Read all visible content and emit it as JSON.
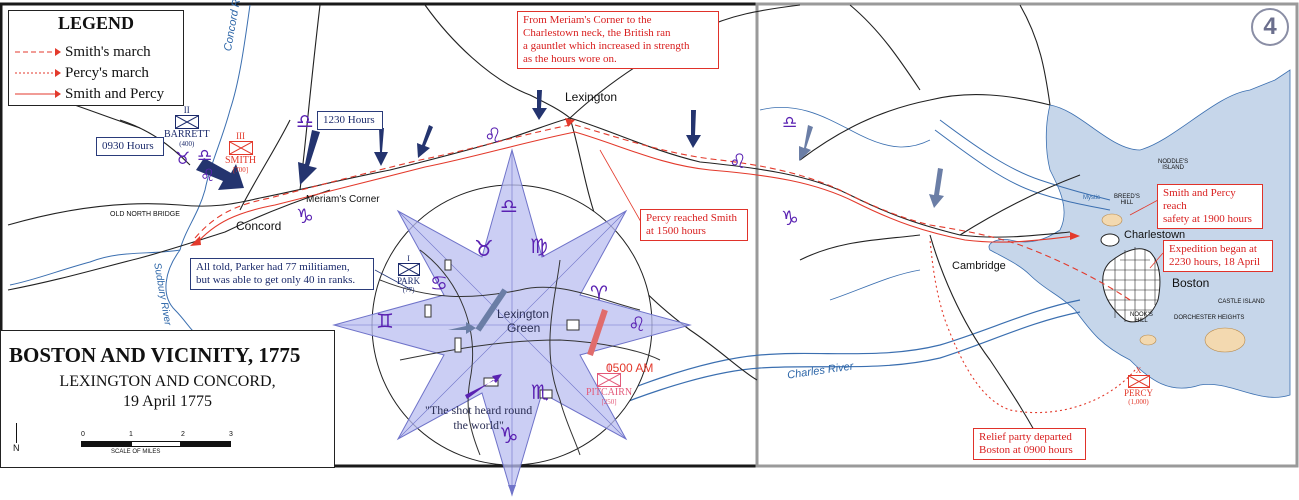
{
  "legend": {
    "title": "LEGEND",
    "items": [
      {
        "label": "Smith's march",
        "style": "dash"
      },
      {
        "label": "Percy's march",
        "style": "dot"
      },
      {
        "label": "Smith and Percy",
        "style": "solid"
      }
    ],
    "route_color": "#e33a2c"
  },
  "map_title": {
    "main": "BOSTON AND VICINITY, 1775",
    "sub": "LEXINGTON AND CONCORD,",
    "date": "19 April 1775"
  },
  "scale": {
    "ticks": [
      "0",
      "1",
      "2",
      "3"
    ],
    "label": "SCALE OF MILES"
  },
  "north_label": "N",
  "map_number": "4",
  "notes": {
    "gauntlet": [
      "From Meriam's Corner to the",
      "Charlestown neck, the British ran",
      "a gauntlet which increased in strength",
      "as the hours wore on."
    ],
    "percy_reached": [
      "Percy reached Smith",
      "at 1500 hours"
    ],
    "safety": [
      "Smith and Percy reach",
      "safety at 1900 hours"
    ],
    "expedition": [
      "Expedition began at",
      "2230 hours, 18 April"
    ],
    "relief": [
      "Relief party departed",
      "Boston at 0900 hours"
    ],
    "parker": [
      "All told, Parker had 77 militiamen,",
      "but was able to get only 40 in ranks."
    ]
  },
  "time_labels": {
    "t0930": "0930 Hours",
    "t1230": "1230 Hours",
    "t0500": "0500 AM"
  },
  "places": {
    "lexington": "Lexington",
    "concord": "Concord",
    "meriams_corner": "Meriam's Corner",
    "old_north_bridge": "OLD NORTH BRIDGE",
    "cambridge": "Cambridge",
    "charlestown": "Charlestown",
    "boston": "Boston",
    "lexington_green_1": "Lexington",
    "lexington_green_2": "Green",
    "noddles_island": [
      "NODDLE'S",
      "ISLAND"
    ],
    "breeds_hill": [
      "BREED'S",
      "HILL"
    ],
    "castle_island": "CASTLE ISLAND",
    "nooks_hill": [
      "NOOK'S",
      "HILL"
    ],
    "dorchester_heights": "DORCHESTER HEIGHTS",
    "mystic": "Mystic",
    "shot_heard": [
      "\"The shot heard round",
      "the world\""
    ]
  },
  "rivers": {
    "concord": "Concord River",
    "sudbury": "Sudbury River",
    "charles": "Charles River"
  },
  "units": {
    "barrett": {
      "name": "BARRETT",
      "strength": "(400)",
      "echelon": "II"
    },
    "smith": {
      "name": "SMITH",
      "strength": "[700]",
      "echelon": "III"
    },
    "parker": {
      "name": "PARK",
      "strength": "(77)",
      "echelon": "I"
    },
    "pitcairn": {
      "name": "PITCAIRN",
      "strength": "[250]",
      "echelon": "I"
    },
    "percy": {
      "name": "PERCY",
      "strength": "(1,000)",
      "echelon": "X"
    }
  },
  "zodiac_symbols": {
    "libra": "♎",
    "taurus": "♉",
    "leo": "♌",
    "capricorn": "♑",
    "virgo": "♍",
    "aries": "♈",
    "gemini": "♊",
    "cancer": "♋",
    "scorpio": "♏"
  },
  "colors": {
    "water": "#c6d6ea",
    "water_line": "#3b6fb0",
    "road": "#222222",
    "route": "#e33a2c",
    "star": "#b9bdf0",
    "star_line": "#6f73c9",
    "american_arrow": "#24346f",
    "american_arrow_light": "#6b7ea6",
    "zodiac": "#5a22b2",
    "dark_frame": "#1a1a1a",
    "light_frame": "#9a9a9a"
  }
}
